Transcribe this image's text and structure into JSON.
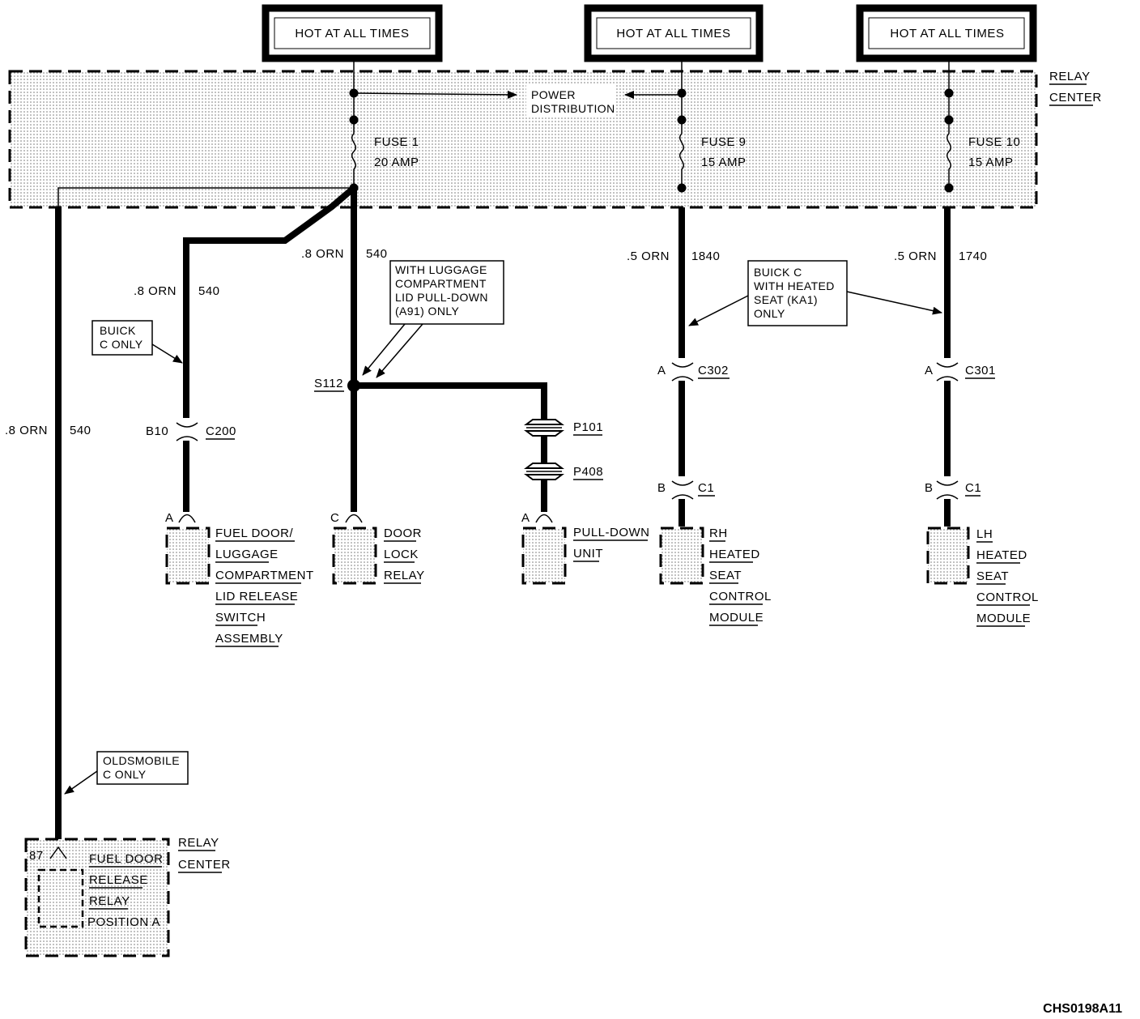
{
  "hot": {
    "left": "HOT AT ALL TIMES",
    "mid": "HOT AT ALL TIMES",
    "right": "HOT AT ALL TIMES"
  },
  "relay_center": {
    "line1": "RELAY",
    "line2": "CENTER"
  },
  "power_distribution": {
    "line1": "POWER",
    "line2": "DISTRIBUTION"
  },
  "fuses": {
    "f1": {
      "name": "FUSE 1",
      "rating": "20 AMP"
    },
    "f9": {
      "name": "FUSE 9",
      "rating": "15 AMP"
    },
    "f10": {
      "name": "FUSE 10",
      "rating": "15 AMP"
    }
  },
  "wires": {
    "w_center": {
      "size": ".8 ORN",
      "circuit": "540"
    },
    "w_left": {
      "size": ".8 ORN",
      "circuit": "540"
    },
    "w_far_left": {
      "size": ".8 ORN",
      "circuit": "540"
    },
    "w_rh": {
      "size": ".5 ORN",
      "circuit": "1840"
    },
    "w_lh": {
      "size": ".5 ORN",
      "circuit": "1740"
    }
  },
  "notes": {
    "buick_c_only": {
      "line1": "BUICK",
      "line2": "C ONLY"
    },
    "luggage": {
      "line1": "WITH LUGGAGE",
      "line2": "COMPARTMENT",
      "line3": "LID PULL-DOWN",
      "line4": "(A91) ONLY"
    },
    "heated_seat": {
      "line1": "BUICK C",
      "line2": "WITH HEATED",
      "line3": "SEAT (KA1)",
      "line4": "ONLY"
    },
    "olds": {
      "line1": "OLDSMOBILE",
      "line2": "C ONLY"
    }
  },
  "splice": "S112",
  "connectors": {
    "c200": {
      "pin": "B10",
      "name": "C200"
    },
    "p101": "P101",
    "p408": "P408",
    "c302": {
      "pin": "A",
      "name": "C302"
    },
    "c301": {
      "pin": "A",
      "name": "C301"
    },
    "c1_rh": {
      "pin": "B",
      "name": "C1"
    },
    "c1_lh": {
      "pin": "B",
      "name": "C1"
    }
  },
  "components": {
    "fuel_door_switch": {
      "pin": "A",
      "lines": [
        "FUEL DOOR/",
        "LUGGAGE",
        "COMPARTMENT",
        "LID RELEASE",
        "SWITCH",
        "ASSEMBLY"
      ]
    },
    "door_lock_relay": {
      "pin": "C",
      "lines": [
        "DOOR",
        "LOCK",
        "RELAY"
      ]
    },
    "pull_down_unit": {
      "pin": "A",
      "lines": [
        "PULL-DOWN",
        "UNIT"
      ]
    },
    "rh_module": {
      "lines": [
        "RH",
        "HEATED",
        "SEAT",
        "CONTROL",
        "MODULE"
      ]
    },
    "lh_module": {
      "lines": [
        "LH",
        "HEATED",
        "SEAT",
        "CONTROL",
        "MODULE"
      ]
    },
    "fuel_door_relay": {
      "pin": "87",
      "lines": [
        "FUEL DOOR",
        "RELEASE",
        "RELAY",
        "POSITION A"
      ],
      "rc1": "RELAY",
      "rc2": "CENTER"
    }
  },
  "diagram_id": "CHS0198A11"
}
